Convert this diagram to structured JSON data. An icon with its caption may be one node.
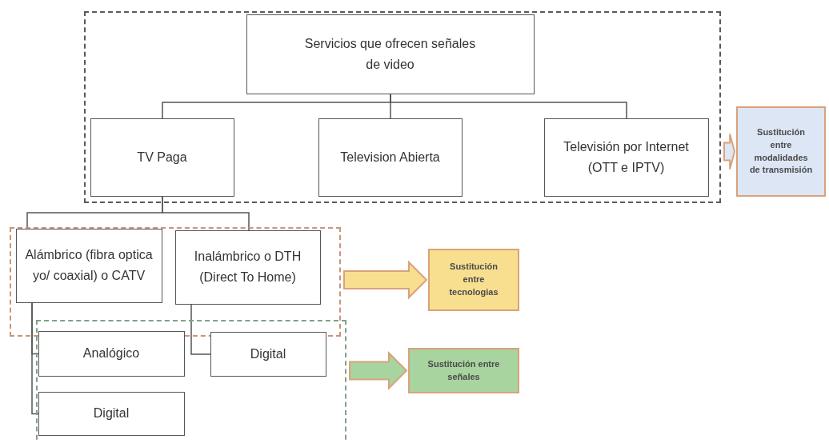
{
  "diagram": {
    "nodes": [
      {
        "text": [],
        "shape": "box"
      },
      {
        "text": [
          "Servicios que ofrecen señales de video"
        ],
        "in": 0
      },
      {
        "text": [
          "TV Paga"
        ],
        "in": 0
      },
      {
        "text": [
          "Television Abierta"
        ],
        "in": 0
      },
      {
        "text": [
          "Televisión por Internet (OTT e IPTV)"
        ],
        "in": 0
      },
      {
        "text": [
          "Sustitución entre modalidades de transmisión"
        ]
      },
      {
        "text": [],
        "shape": "box"
      },
      {
        "text": [
          "Alámbrico (fibra optica yo/ coaxial) o CATV"
        ],
        "in": 6
      },
      {
        "text": [
          "Inalámbrico o DTH (Direct To Home)"
        ],
        "in": 6
      },
      {
        "text": [
          "Sustitución entre tecnologias"
        ]
      },
      {
        "text": [],
        "shape": "box"
      },
      {
        "text": [
          "Analógico"
        ],
        "in": 10
      },
      {
        "text": [
          "Digital"
        ],
        "in": 10
      },
      {
        "text": [
          "Digital"
        ],
        "in": 10
      },
      {
        "text": [
          "Sustitución entre señales"
        ]
      }
    ],
    "edges": [
      {
        "from": 1,
        "to": 2,
        "arrow": "none"
      },
      {
        "from": 1,
        "to": 3,
        "arrow": "none"
      },
      {
        "from": 1,
        "to": 4,
        "arrow": "none"
      },
      {
        "from": 2,
        "to": 7,
        "arrow": "none"
      },
      {
        "from": 2,
        "to": 8,
        "arrow": "none"
      },
      {
        "from": 7,
        "to": 11,
        "arrow": "none"
      },
      {
        "from": 7,
        "to": 13,
        "arrow": "none"
      },
      {
        "from": 8,
        "to": 12,
        "arrow": "none"
      },
      {
        "from": 0,
        "to": 5,
        "arrow": "to",
        "style": "thick",
        "color": "#dde6f5"
      },
      {
        "from": 6,
        "to": 9,
        "arrow": "to",
        "style": "thick",
        "color": "#f8df90"
      },
      {
        "from": 10,
        "to": 14,
        "arrow": "to",
        "style": "thick",
        "color": "#a8d4a0"
      }
    ]
  }
}
